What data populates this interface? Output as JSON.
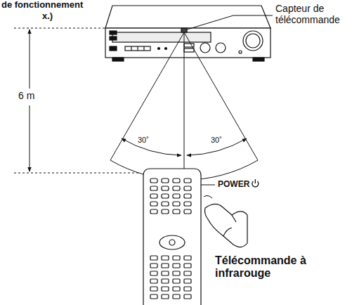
{
  "diagram": {
    "labels": [
      "de fonctionnement",
      "x.)",
      "Capteur de télécommande",
      "6 m",
      "30˚",
      "30˚",
      "POWER",
      "Télécommande à infrarouge"
    ]
  }
}
